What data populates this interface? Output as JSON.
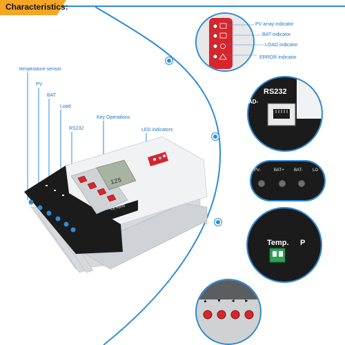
{
  "header": {
    "title": "Characteristics:",
    "accent_color": "#f5a623",
    "bar_color": "#1f74c4"
  },
  "callouts": {
    "temperature_sensor": "temperature sensor",
    "pv": "PV",
    "bat": "BAT",
    "load": "Load",
    "rs232": "RS232",
    "key_operations": "Key Operations",
    "led_indicators": "LED indicators"
  },
  "device": {
    "lcd_value": "125",
    "brand_mark": "CE RoHS"
  },
  "led_panel": {
    "items": [
      {
        "label": "PV array indicator",
        "icon": "solar-panel-icon"
      },
      {
        "label": "BAT indicator",
        "icon": "battery-icon"
      },
      {
        "label": "LOAD indicator",
        "icon": "bulb-icon"
      },
      {
        "label": "ERROR indicator",
        "icon": "warning-icon"
      }
    ]
  },
  "rs232_zoom": {
    "title": "RS232",
    "partial_label": "AD-"
  },
  "terminal_zoom": {
    "labels": [
      "PV-",
      "BAT+",
      "BAT-",
      "LO"
    ]
  },
  "temp_zoom": {
    "title": "Temp.",
    "partial_label": "P"
  },
  "keys_zoom": {
    "arrows": [
      "▲",
      "▼",
      "◄",
      "►"
    ]
  },
  "colors": {
    "accent_blue": "#2b8bd9",
    "device_black": "#1b1b1b",
    "key_red": "#d8252c"
  }
}
